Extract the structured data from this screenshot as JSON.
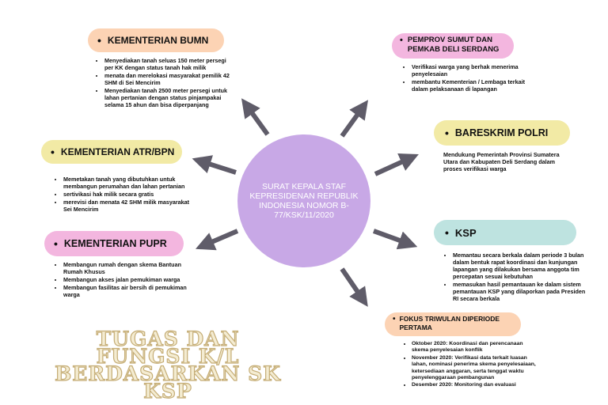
{
  "center": {
    "text": "SURAT KEPALA STAF KEPRESIDENAN REPUBLIK INDONESIA NOMOR B-77/KSK/11/2020"
  },
  "title": {
    "text": "TUGAS DAN FUNGSI K/L BERDASARKAN SK KSP"
  },
  "colors": {
    "peach": "#fcd3b4",
    "yellow": "#f2eaa5",
    "pink": "#f3b6df",
    "teal": "#bee3e0",
    "circle": "#c8a8e6",
    "arrow": "#5f5c69"
  },
  "bumn": {
    "label": "KEMENTERIAN BUMN",
    "items": [
      "Menyediakan tanah seluas 150 meter persegi per KK dengan status tanah hak milik",
      "menata dan merelokasi masyarakat pemilik 42 SHM di Sei Mencirim",
      "Menyediakan tanah 2500 meter persegi untuk lahan pertanian dengan status pinjampakai selama 15 ahun dan bisa diperpanjang"
    ]
  },
  "atr": {
    "label": "KEMENTERIAN ATR/BPN",
    "items": [
      "Memetakan tanah yang dibutuhkan untuk membangun perumahan dan lahan pertanian",
      "sertivikasi hak milik secara gratis",
      "merevisi dan menata 42 SHM milik masyarakat Sei Mencirim"
    ]
  },
  "pupr": {
    "label": "KEMENTERIAN PUPR",
    "items": [
      "Membangun rumah dengan skema Bantuan Rumah Khusus",
      "Membangun akses jalan pemukiman warga",
      "Membangun fasilitas air bersih di pemukiman warga"
    ]
  },
  "pemprov": {
    "label_line1": "PEMPROV SUMUT DAN",
    "label_line2": "PEMKAB DELI SERDANG",
    "items": [
      "Verifikasi warga yang berhak menerima penyelesaian",
      "membantu Kementerian / Lembaga terkait dalam pelaksanaan di lapangan"
    ]
  },
  "polri": {
    "label": "BARESKRIM POLRI",
    "text": "Mendukung Pemerintah Provinsi Sumatera Utara dan Kabupaten Deli Serdang dalam proses verifikasi warga"
  },
  "ksp": {
    "label": "KSP",
    "items": [
      "Memantau secara berkala dalam periode 3 bulan dalam bentuk rapat koordinasi dan kunjungan lapangan yang dilakukan bersama anggota tim percepatan sesuai kebutuhan",
      "memasukan hasil pemantauan ke dalam sistem pemantauan KSP yang dilaporkan pada Presiden RI secara berkala"
    ]
  },
  "fokus": {
    "label_line1": "FOKUS TRIWULAN DIPERIODE",
    "label_line2": "PERTAMA",
    "items": [
      "Oktober 2020: Koordinasi dan perencanaan skema penyelesaian konflik",
      "November 2020: Verifikasi data terkait luasan lahan, nominasi penerima skema penyelesaiaan, ketersediaan anggaran, serta tenggat waktu penyelenggaraan pembangunan",
      "Desember 2020: Monitoring dan evaluasi"
    ]
  }
}
